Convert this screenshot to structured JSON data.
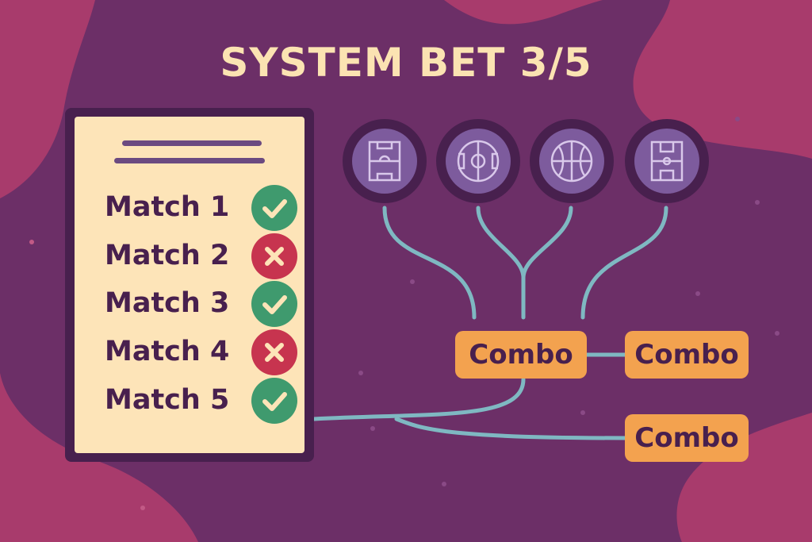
{
  "title": "SYSTEM BET 3/5",
  "ticket": {
    "matches": [
      {
        "label": "Match 1",
        "status": "won",
        "status_icon": "check-icon"
      },
      {
        "label": "Match 2",
        "status": "lost",
        "status_icon": "cross-icon"
      },
      {
        "label": "Match 3",
        "status": "won",
        "status_icon": "check-icon"
      },
      {
        "label": "Match 4",
        "status": "lost",
        "status_icon": "cross-icon"
      },
      {
        "label": "Match 5",
        "status": "won",
        "status_icon": "check-icon"
      }
    ]
  },
  "sports": [
    {
      "icon": "football-pitch-icon"
    },
    {
      "icon": "soccer-ball-icon"
    },
    {
      "icon": "basketball-icon"
    },
    {
      "icon": "basketball-court-icon"
    }
  ],
  "combos": [
    {
      "label": "Combo"
    },
    {
      "label": "Combo"
    },
    {
      "label": "Combo"
    }
  ],
  "colors": {
    "background": "#a83b6c",
    "blob": "#6c2f67",
    "title": "#fbe3b2",
    "ticket_paper": "#fde4b8",
    "ticket_border": "#48204e",
    "won": "#3f9a6e",
    "lost": "#c7344f",
    "combo": "#f3a24f",
    "connector": "#7fb8c2",
    "sport_circle": "#7d5b9d"
  }
}
